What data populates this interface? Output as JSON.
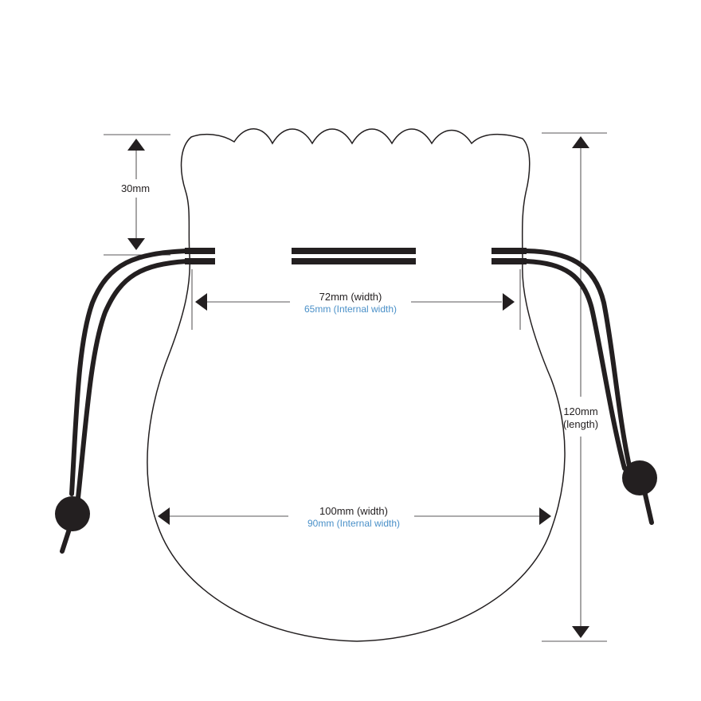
{
  "dimensions": {
    "top_height": "30mm",
    "neck_width": "72mm (width)",
    "neck_internal": "65mm (Internal width)",
    "body_width": "100mm (width)",
    "body_internal": "90mm (Internal width)",
    "length_value": "120mm",
    "length_caption": "(length)"
  },
  "colors": {
    "outline": "#231f20",
    "internal_text": "#4a90c8"
  }
}
